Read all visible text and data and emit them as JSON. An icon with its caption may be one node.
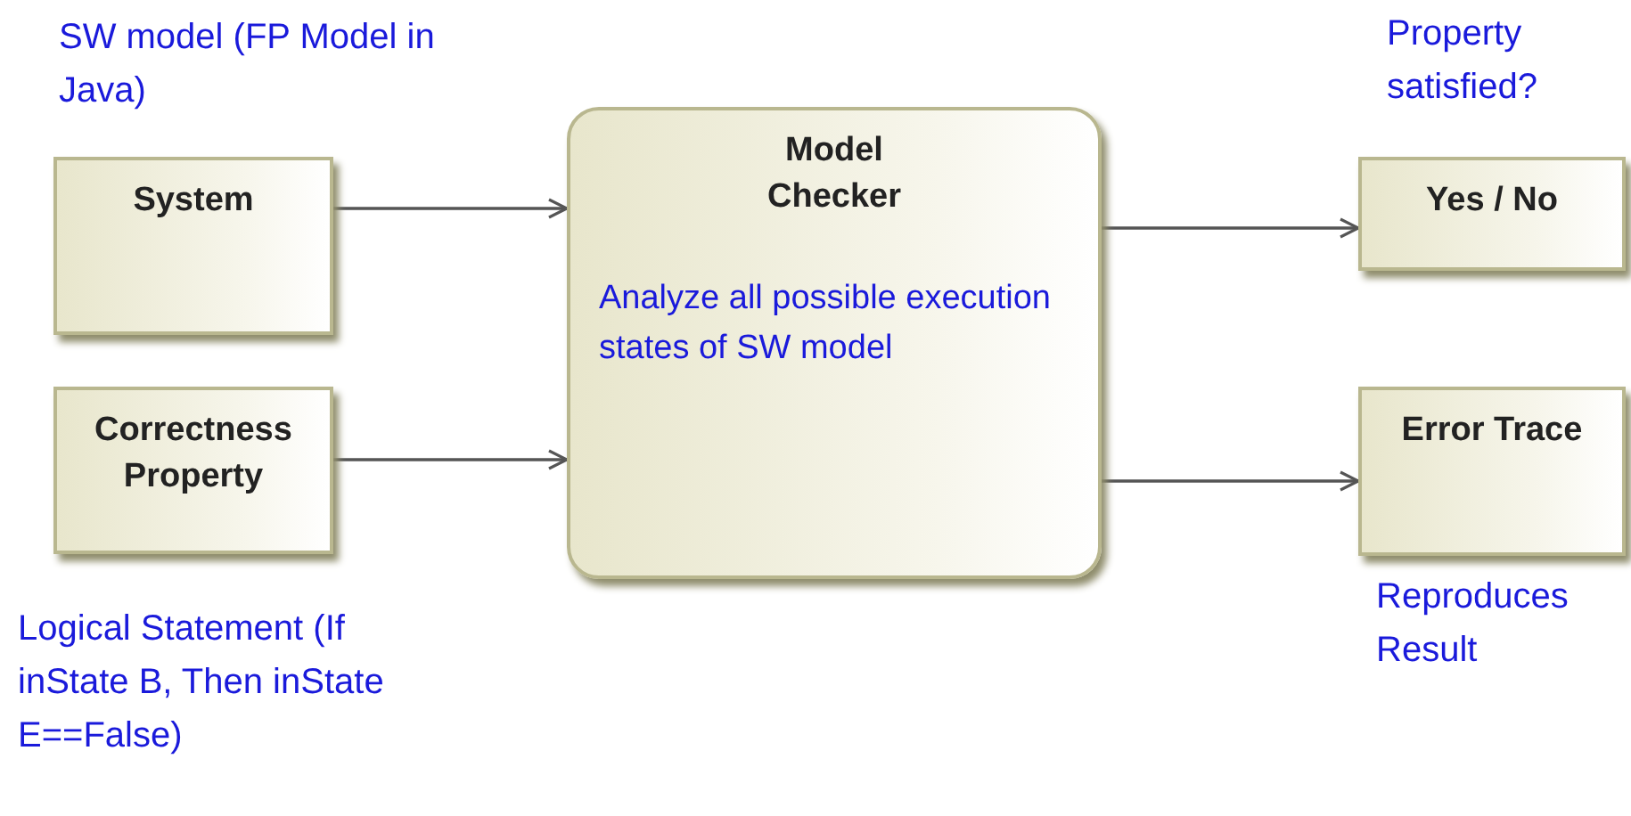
{
  "diagram": {
    "nodes": [
      {
        "text": [
          "System"
        ],
        "beside": [
          "SW model (FP Model in Java)"
        ]
      },
      {
        "text": [
          "Correctness Property"
        ],
        "beside": [
          "Logical Statement (If inState B, Then inState E==False)"
        ]
      },
      {
        "text": [
          "Model Checker",
          "Analyze all possible execution states of SW model"
        ]
      },
      {
        "text": [
          "Yes / No"
        ],
        "beside": [
          "Property satisfied?"
        ]
      },
      {
        "text": [
          "Error Trace"
        ],
        "beside": [
          "Reproduces Result"
        ]
      }
    ],
    "edges": [
      {
        "from": 0,
        "to": 2,
        "arrow": "to"
      },
      {
        "from": 1,
        "to": 2,
        "arrow": "to"
      },
      {
        "from": 2,
        "to": 3,
        "arrow": "to"
      },
      {
        "from": 2,
        "to": 4,
        "arrow": "to"
      }
    ]
  }
}
